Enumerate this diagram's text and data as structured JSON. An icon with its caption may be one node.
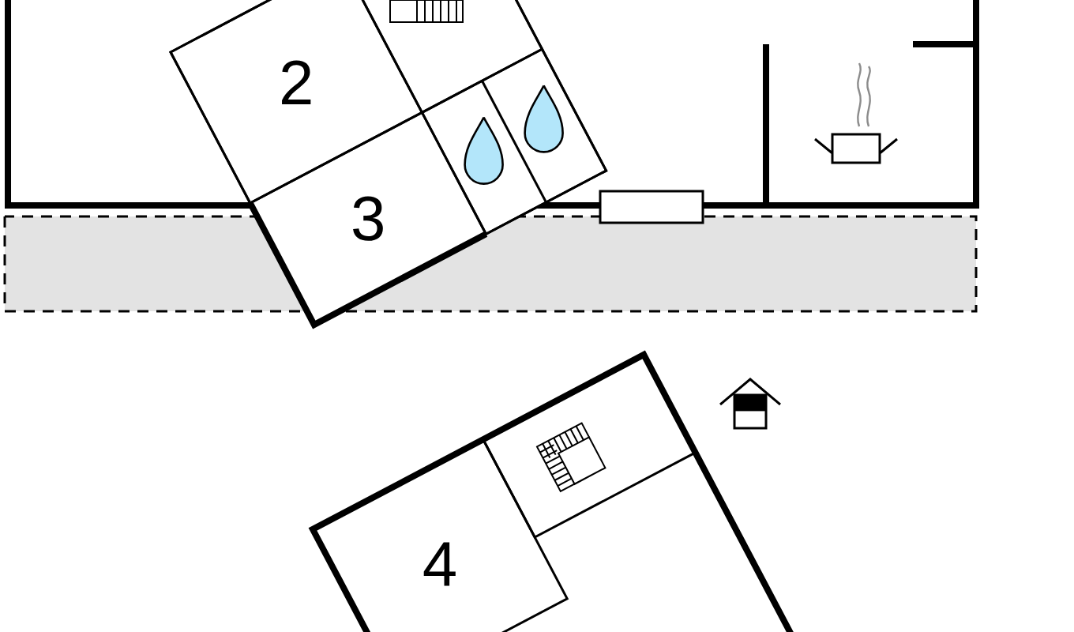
{
  "diagram": {
    "nodes": [
      {
        "text": [
          "2"
        ]
      },
      {
        "text": [
          "3"
        ]
      },
      {
        "text": [
          "4"
        ]
      }
    ]
  }
}
